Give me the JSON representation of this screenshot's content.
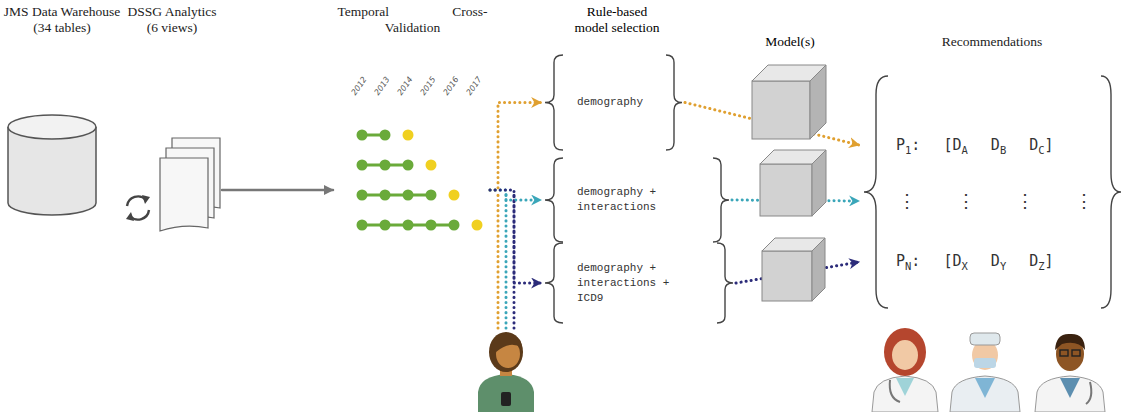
{
  "diagram": {
    "nodes": [
      {
        "text": [
          "JMS Data Warehouse (34 tables)"
        ]
      },
      {
        "text": [
          "DSSG Analytics (6 views)"
        ]
      },
      {
        "text": [
          "Temporal Cross-Validation",
          "2012",
          "2013",
          "2014",
          "2015",
          "2016",
          "2017"
        ]
      },
      {
        "text": [
          "demography"
        ]
      },
      {
        "text": [
          "demography + interactions"
        ]
      },
      {
        "text": [
          "demography + interactions + ICD9"
        ]
      },
      {
        "text": [
          "Recommendations",
          "P1: [DA DB DC]",
          "⋮ ⋮ ⋮ ⋮",
          "PN: [DX DY DZ]"
        ]
      }
    ],
    "edges": [
      {
        "from": 1,
        "to": 2,
        "arrow": "to"
      },
      {
        "from": 2,
        "to": 3,
        "arrow": "to"
      },
      {
        "from": 2,
        "to": 4,
        "arrow": "to"
      },
      {
        "from": 2,
        "to": 5,
        "arrow": "to"
      },
      {
        "from": 3,
        "to": 6,
        "arrow": "to"
      },
      {
        "from": 4,
        "to": 6,
        "arrow": "to"
      },
      {
        "from": 5,
        "to": 6,
        "arrow": "to"
      }
    ],
    "labels": [
      "Rule-based model selection",
      "Model(s)"
    ]
  }
}
